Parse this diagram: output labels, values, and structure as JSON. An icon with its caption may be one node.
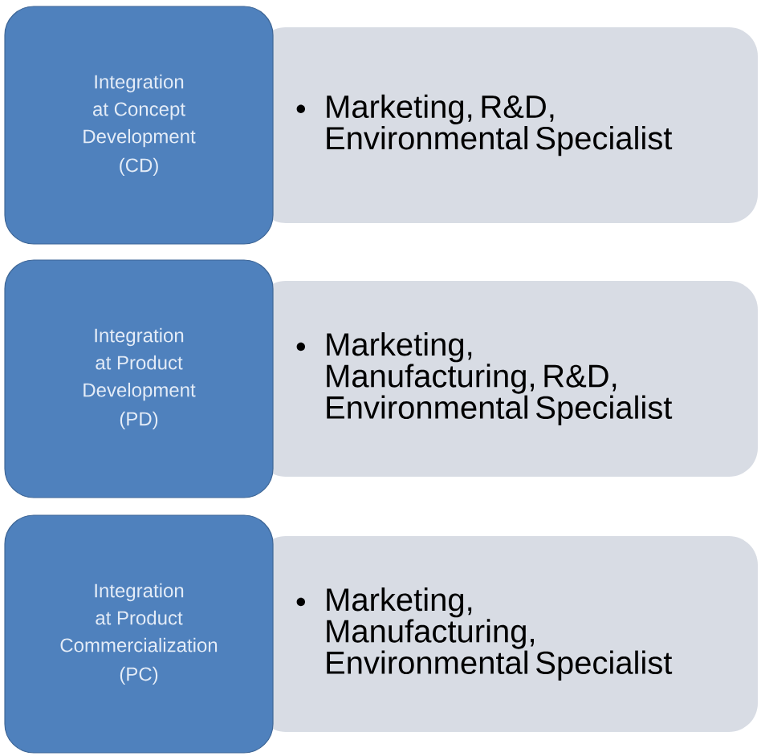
{
  "diagram": {
    "nodes": [
      {
        "text": [
          "Integration at Concept Development",
          "(CD)"
        ]
      },
      {
        "text": [
          "Marketing, R&D, Environmental Specialist"
        ]
      },
      {
        "text": [
          "Integration at Product Development",
          "(PD)"
        ]
      },
      {
        "text": [
          "Marketing, Manufacturing, R&D, Environmental Specialist"
        ]
      },
      {
        "text": [
          "Integration at Product Commercialization",
          "(PC)"
        ]
      },
      {
        "text": [
          "Marketing, Manufacturing, Environmental Specialist"
        ]
      }
    ]
  }
}
